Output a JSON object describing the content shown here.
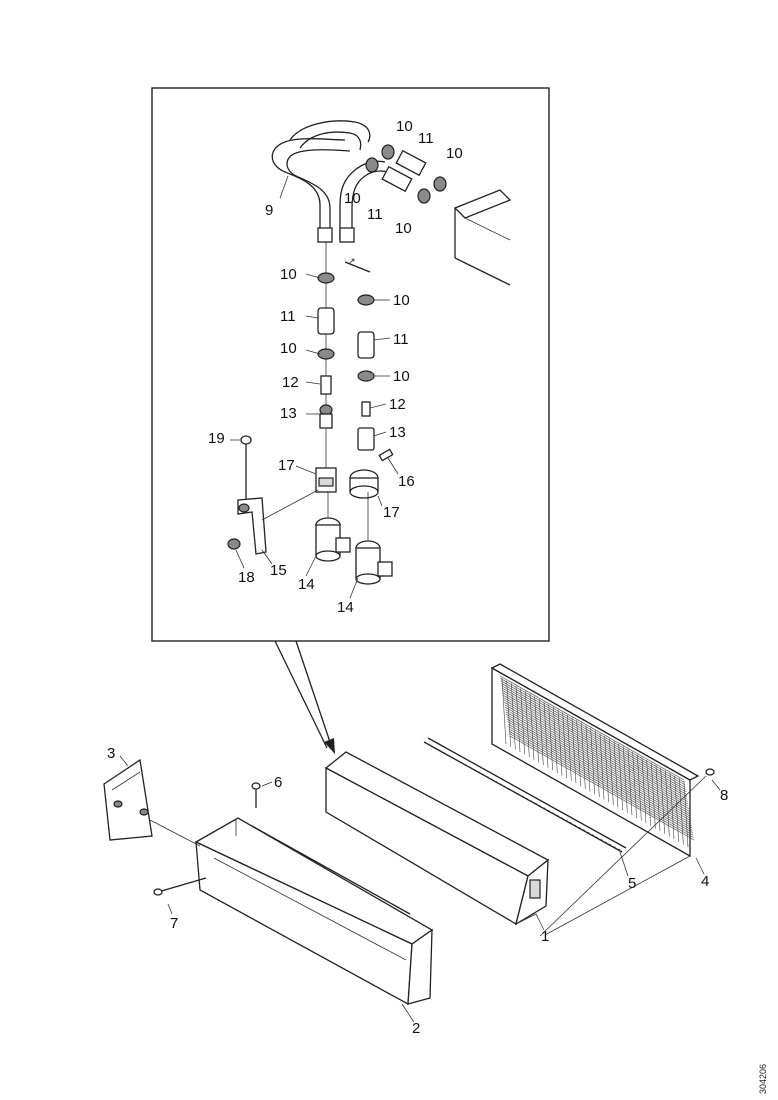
{
  "callouts": {
    "c1": "1",
    "c2": "2",
    "c3": "3",
    "c4": "4",
    "c5": "5",
    "c6": "6",
    "c7": "7",
    "c8": "8",
    "c9": "9",
    "c10a": "10",
    "c10b": "10",
    "c10c": "10",
    "c10d": "10",
    "c10e": "10",
    "c10f": "10",
    "c10g": "10",
    "c10h": "10",
    "c11a": "11",
    "c11b": "11",
    "c11c": "11",
    "c11d": "11",
    "c12a": "12",
    "c12b": "12",
    "c13a": "13",
    "c13b": "13",
    "c14a": "14",
    "c14b": "14",
    "c15": "15",
    "c16": "16",
    "c17a": "17",
    "c17b": "17",
    "c18": "18",
    "c19": "19"
  },
  "figure_code": "304206"
}
